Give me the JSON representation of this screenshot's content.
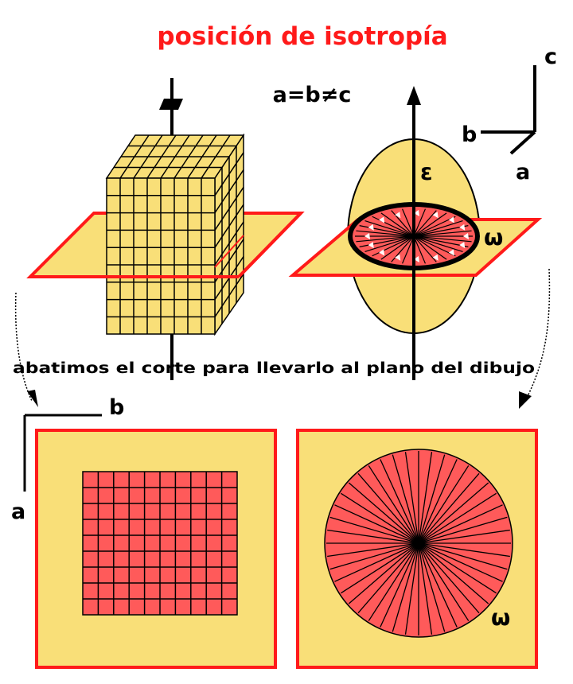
{
  "title": "posición de isotropía",
  "condition": "a=b≠c",
  "caption": "abatimos el corte para llevarlo al plano del dibujo",
  "labels": {
    "ellipsoid_symbol": "ε",
    "section_symbol": "ω",
    "axis_a": "a",
    "axis_b": "b",
    "axis_c": "c"
  },
  "colors": {
    "title": "#ff1a1a",
    "fill": "#f9df78",
    "accent": "#ff5a5a",
    "border": "#ff1a1a",
    "ink": "#000000"
  }
}
